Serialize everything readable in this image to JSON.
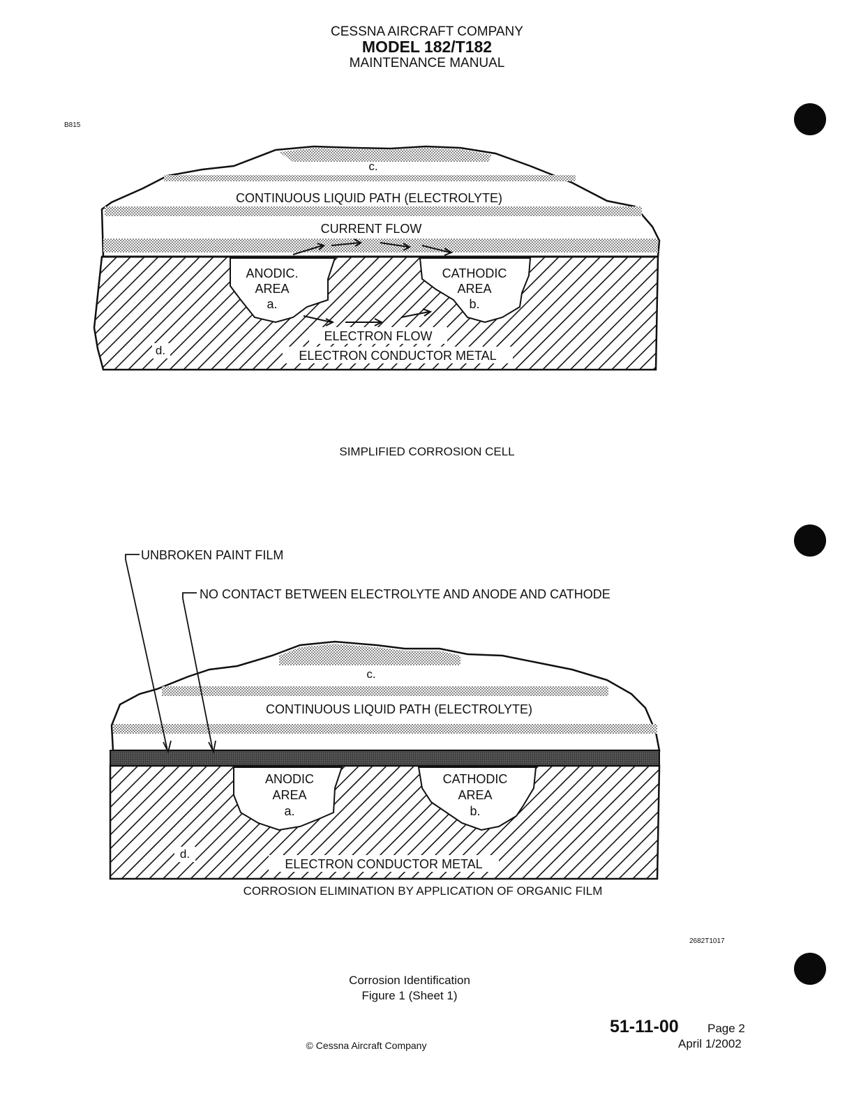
{
  "header": {
    "company": "CESSNA AIRCRAFT COMPANY",
    "model": "MODEL 182/T182",
    "manual": "MAINTENANCE MANUAL"
  },
  "figure_id": "B815",
  "diagram1": {
    "label_c": "c.",
    "electrolyte": "CONTINUOUS LIQUID PATH (ELECTROLYTE)",
    "current_flow": "CURRENT FLOW",
    "anodic": [
      "ANODIC.",
      "AREA",
      "a."
    ],
    "cathodic": [
      "CATHODIC",
      "AREA",
      "b."
    ],
    "electron_flow": "ELECTRON FLOW",
    "conductor": "ELECTRON CONDUCTOR METAL",
    "label_d": "d.",
    "caption": "SIMPLIFIED CORROSION CELL"
  },
  "diagram2": {
    "paint_film": "UNBROKEN PAINT FILM",
    "no_contact": "NO CONTACT BETWEEN ELECTROLYTE AND ANODE AND CATHODE",
    "label_c": "c.",
    "electrolyte": "CONTINUOUS LIQUID PATH (ELECTROLYTE)",
    "anodic": [
      "ANODIC",
      "AREA",
      "a."
    ],
    "cathodic": [
      "CATHODIC",
      "AREA",
      "b."
    ],
    "conductor": "ELECTRON CONDUCTOR METAL",
    "label_d": "d.",
    "caption": "CORROSION ELIMINATION BY APPLICATION OF ORGANIC FILM"
  },
  "drawing_code": "2682T1017",
  "figure_caption": {
    "title": "Corrosion Identification",
    "sheet": "Figure 1 (Sheet 1)"
  },
  "footer": {
    "section": "51-11-00",
    "page": "Page 2",
    "date": "April 1/2002",
    "copyright": "© Cessna Aircraft Company"
  }
}
